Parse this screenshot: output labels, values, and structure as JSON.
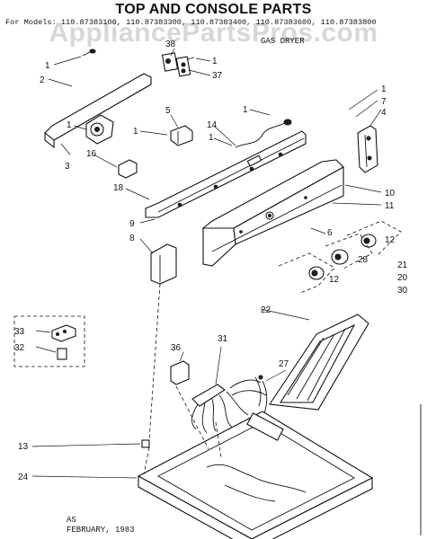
{
  "header": {
    "title": "TOP AND CONSOLE PARTS",
    "models_line": "For Models: 110.87383100, 110.87383300, 110.87383400, 110.87383600, 110.87383800",
    "watermark": "AppliancePartsPros.com",
    "subtitle": "GAS DRYER"
  },
  "callouts": [
    {
      "id": "c1a",
      "text": "1"
    },
    {
      "id": "c2",
      "text": "2"
    },
    {
      "id": "c38",
      "text": "38"
    },
    {
      "id": "c1b",
      "text": "1"
    },
    {
      "id": "c37",
      "text": "37"
    },
    {
      "id": "c1c",
      "text": "1"
    },
    {
      "id": "c7",
      "text": "7"
    },
    {
      "id": "c4",
      "text": "4"
    },
    {
      "id": "c5",
      "text": "5"
    },
    {
      "id": "c1d",
      "text": "1"
    },
    {
      "id": "c14",
      "text": "14"
    },
    {
      "id": "c1e",
      "text": "1"
    },
    {
      "id": "c1f",
      "text": "1"
    },
    {
      "id": "c1g",
      "text": "1"
    },
    {
      "id": "c3",
      "text": "3"
    },
    {
      "id": "c16",
      "text": "16"
    },
    {
      "id": "c18",
      "text": "18"
    },
    {
      "id": "c10",
      "text": "10"
    },
    {
      "id": "c11",
      "text": "11"
    },
    {
      "id": "c9",
      "text": "9"
    },
    {
      "id": "c6",
      "text": "6"
    },
    {
      "id": "c12a",
      "text": "12"
    },
    {
      "id": "c8",
      "text": "8"
    },
    {
      "id": "c28",
      "text": "28"
    },
    {
      "id": "c21",
      "text": "21"
    },
    {
      "id": "c20",
      "text": "20"
    },
    {
      "id": "c12b",
      "text": "12"
    },
    {
      "id": "c30",
      "text": "30"
    },
    {
      "id": "c22",
      "text": "22"
    },
    {
      "id": "c33",
      "text": "33"
    },
    {
      "id": "c32",
      "text": "32"
    },
    {
      "id": "c36",
      "text": "36"
    },
    {
      "id": "c31",
      "text": "31"
    },
    {
      "id": "c27",
      "text": "27"
    },
    {
      "id": "c13",
      "text": "13"
    },
    {
      "id": "c24",
      "text": "24"
    }
  ],
  "footer": {
    "code": "AS",
    "date": "FEBRUARY, 1983"
  }
}
